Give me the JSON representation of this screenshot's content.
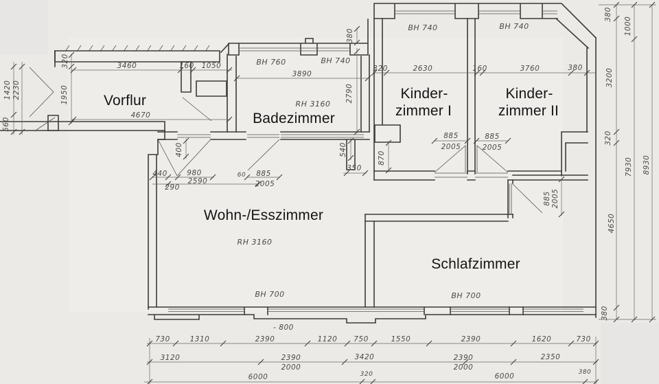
{
  "rooms": {
    "vorflur": "Vorflur",
    "badezimmer": "Badezimmer",
    "kinder1_line1": "Kinder-",
    "kinder1_line2": "zimmer I",
    "kinder2_line1": "Kinder-",
    "kinder2_line2": "zimmer II",
    "wohn": "Wohn-/Esszimmer",
    "schlaf": "Schlafzimmer"
  },
  "annotations": {
    "bh760": "BH 760",
    "bh740": "BH 740",
    "bh700": "BH 700",
    "rh3160": "RH 3160",
    "ca800": "- 800"
  },
  "dims": {
    "left_1420": "1420",
    "left_2230": "2230",
    "left_560": "560",
    "vorflur_320": "320",
    "vorflur_1950": "1950",
    "top_3460": "3460",
    "top_160": "160",
    "top_1050": "1050",
    "vorflur_4670": "4670",
    "bad_3890": "3890",
    "bad_380": "380",
    "bad_2790": "2790",
    "bad_540": "540",
    "kz_320": "320",
    "kz_2630": "2630",
    "kz_160": "160",
    "kz_3760": "3760",
    "kz_380": "380",
    "hall_870": "870",
    "hall_350": "350",
    "wz_400": "400",
    "wz_440": "440",
    "wz_980": "980",
    "wz_2590": "2590",
    "wz_290": "290",
    "wz_60": "60",
    "door_885": "885",
    "door_2005": "2005",
    "right_380_top": "380",
    "right_1000": "1000",
    "right_3200": "3200",
    "right_320": "320",
    "right_7930": "7930",
    "right_8930": "8930",
    "right_4650": "4650",
    "right_380_bottom": "380",
    "a_730": "730",
    "a_1310": "1310",
    "a_2390": "2390",
    "a_1120": "1120",
    "a_750": "750",
    "a_1550": "1550",
    "a_1620": "1620",
    "b_3120": "3120",
    "b_2390": "2390",
    "b_2000": "2000",
    "b_3420": "3420",
    "b_2350": "2350",
    "c_6000": "6000",
    "c_320": "320",
    "c_380": "380"
  }
}
